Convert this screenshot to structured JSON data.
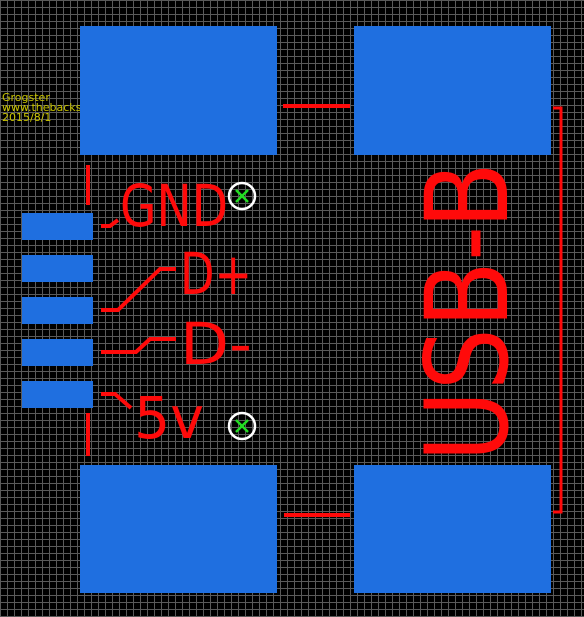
{
  "board": {
    "background_color": "#000000",
    "grid_color": "#5a5a5a",
    "pad_color": "#1f6fe0",
    "silk_color": "#ff0a0a",
    "credit_color": "#c9c400",
    "via_ring_color": "#ffffff",
    "via_cross_color": "#22dd22"
  },
  "credits": {
    "author": "Grogster",
    "site": "www.thebackshed.com",
    "date": "2015/8/1"
  },
  "labels": {
    "gnd": "GND",
    "d_plus": "D+",
    "d_minus": "D-",
    "v5": "5v",
    "connector": "USB-B"
  },
  "pads": {
    "mount": [
      "mount-pad-top-left",
      "mount-pad-top-right",
      "mount-pad-bottom-left",
      "mount-pad-bottom-right"
    ],
    "signal": [
      "pin-1",
      "pin-2",
      "pin-3",
      "pin-4",
      "pin-5"
    ]
  },
  "vias": [
    "via-top",
    "via-bottom"
  ]
}
